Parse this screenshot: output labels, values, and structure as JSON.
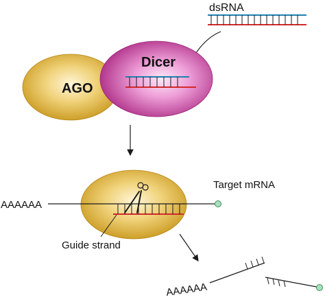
{
  "labels": {
    "dsrna": "dsRNA",
    "ago": "AGO",
    "dicer": "Dicer",
    "target_mrna": "Target mRNA",
    "guide_strand": "Guide strand",
    "polya_top": "AAAAAA",
    "polya_bottom": "AAAAAA"
  },
  "colors": {
    "ago_gold": "#d9b032",
    "dicer_magenta": "#c8399e",
    "rna_blue": "#1f7fb0",
    "rna_red": "#d42a2a",
    "cap_green": "#a9e0bd",
    "line": "#1a1a1a"
  },
  "icons": {
    "scissors": "scissors-icon"
  }
}
